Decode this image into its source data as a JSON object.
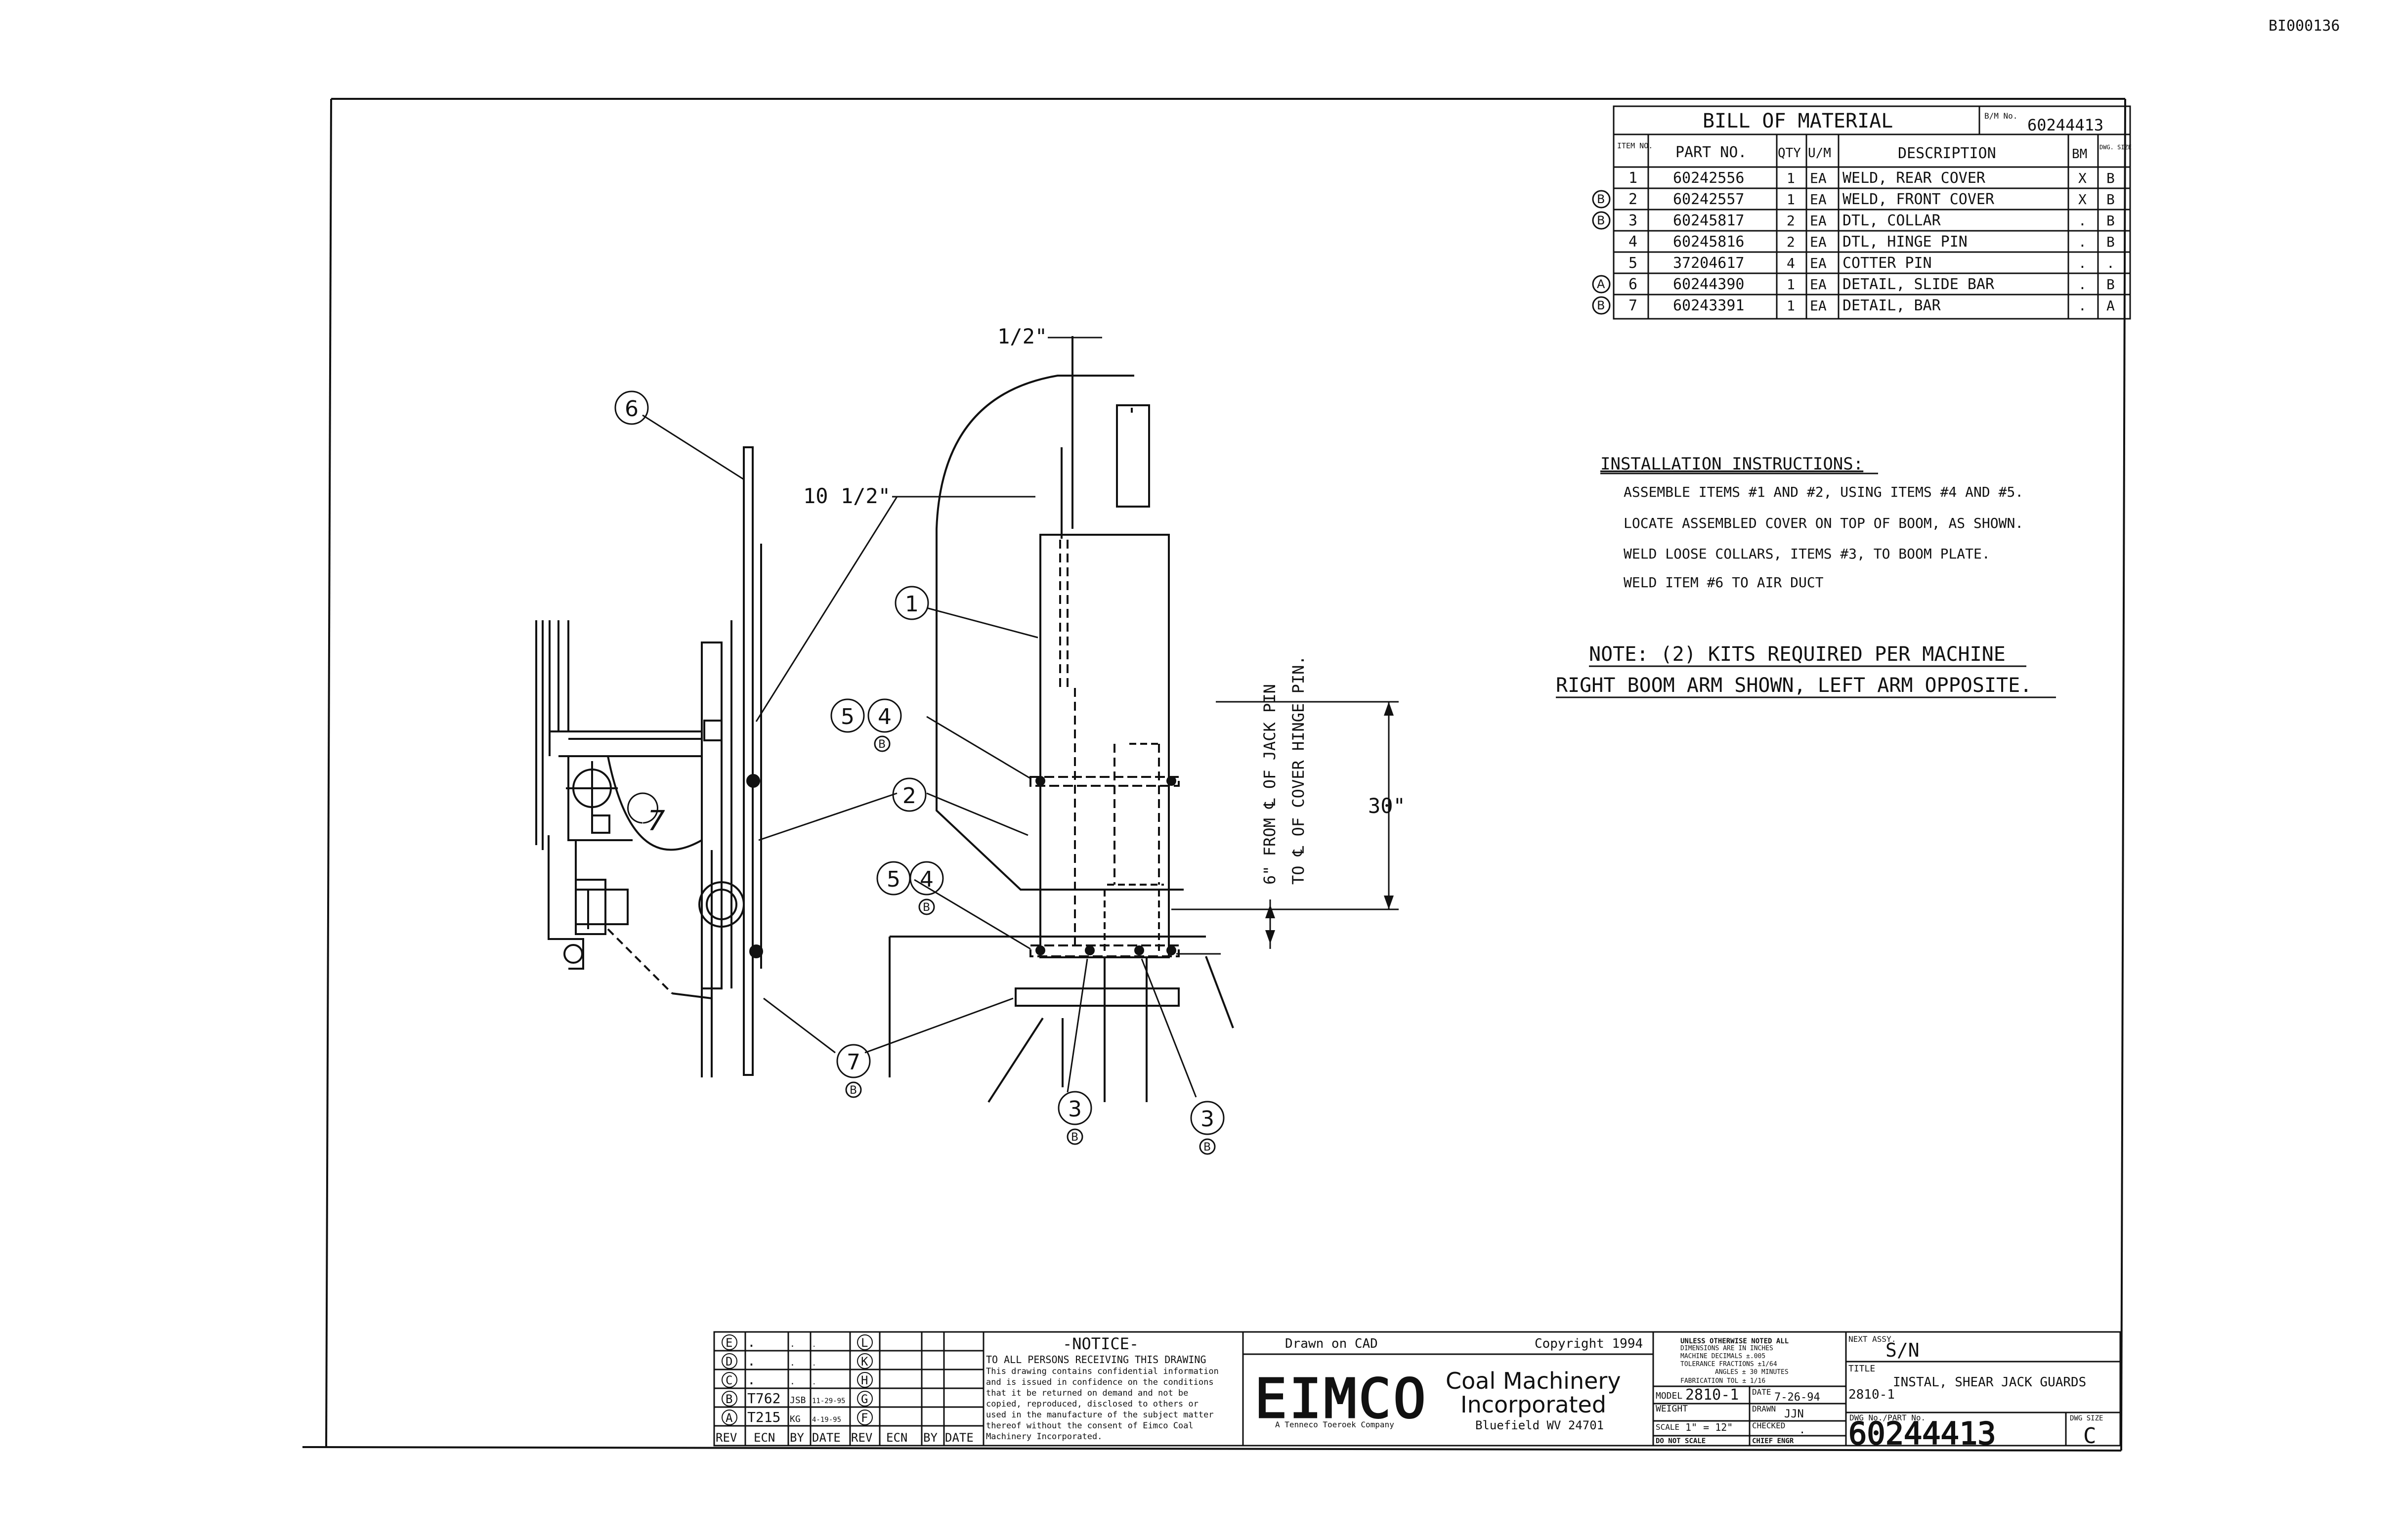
{
  "doc_id": "BI000136",
  "bom": {
    "title": "BILL OF MATERIAL",
    "bm_no_label": "B/M No.",
    "bm_no": "60244413",
    "headers": [
      "ITEM NO.",
      "PART NO.",
      "QTY",
      "U/M",
      "DESCRIPTION",
      "BM",
      "DWG. SIZE"
    ],
    "rows": [
      {
        "rev": "",
        "item": "1",
        "part": "60242556",
        "qty": "1",
        "um": "EA",
        "desc": "WELD, REAR COVER",
        "bm": "X",
        "size": "B"
      },
      {
        "rev": "B",
        "item": "2",
        "part": "60242557",
        "qty": "1",
        "um": "EA",
        "desc": "WELD, FRONT COVER",
        "bm": "X",
        "size": "B"
      },
      {
        "rev": "B",
        "item": "3",
        "part": "60245817",
        "qty": "2",
        "um": "EA",
        "desc": "DTL, COLLAR",
        "bm": ".",
        "size": "B"
      },
      {
        "rev": "",
        "item": "4",
        "part": "60245816",
        "qty": "2",
        "um": "EA",
        "desc": "DTL, HINGE PIN",
        "bm": ".",
        "size": "B"
      },
      {
        "rev": "",
        "item": "5",
        "part": "37204617",
        "qty": "4",
        "um": "EA",
        "desc": "COTTER PIN",
        "bm": ".",
        "size": "."
      },
      {
        "rev": "A",
        "item": "6",
        "part": "60244390",
        "qty": "1",
        "um": "EA",
        "desc": "DETAIL, SLIDE BAR",
        "bm": ".",
        "size": "B"
      },
      {
        "rev": "B",
        "item": "7",
        "part": "60243391",
        "qty": "1",
        "um": "EA",
        "desc": "DETAIL, BAR",
        "bm": ".",
        "size": "A"
      }
    ]
  },
  "instructions": {
    "heading": "INSTALLATION INSTRUCTIONS:",
    "lines": [
      "ASSEMBLE ITEMS #1 AND #2, USING ITEMS #4 AND #5.",
      "LOCATE ASSEMBLED COVER ON TOP OF BOOM, AS SHOWN.",
      "WELD LOOSE COLLARS, ITEMS #3, TO BOOM PLATE.",
      "WELD ITEM #6 TO AIR DUCT"
    ]
  },
  "notes": {
    "line1": "NOTE: (2) KITS REQUIRED PER MACHINE",
    "line2": "RIGHT BOOM ARM SHOWN, LEFT ARM OPPOSITE."
  },
  "dims": {
    "half_inch": "1/2\"",
    "ten_half": "10 1/2\"",
    "thirty": "30\"",
    "vertical_1": "6\" FROM ℄ OF JACK PIN",
    "vertical_2": "TO ℄ OF COVER HINGE PIN."
  },
  "balloons": {
    "b6": "6",
    "b1": "1",
    "b5a": "5",
    "b4a": "4",
    "b2": "2",
    "b5b": "5",
    "b4b": "4",
    "b7": "7",
    "b3a": "3",
    "b3b": "3",
    "rev_b": "B",
    "circle_7_center": "7"
  },
  "revision_block": {
    "left_rows": [
      {
        "rev": "E",
        "ecn": ".",
        "by": ".",
        "date": "."
      },
      {
        "rev": "D",
        "ecn": ".",
        "by": ".",
        "date": "."
      },
      {
        "rev": "C",
        "ecn": ".",
        "by": ".",
        "date": "."
      },
      {
        "rev": "B",
        "ecn": "T762",
        "by": "JSB",
        "date": "11-29-95"
      },
      {
        "rev": "A",
        "ecn": "T215",
        "by": "KG",
        "date": "4-19-95"
      }
    ],
    "right_revs": [
      "L",
      "K",
      "H",
      "G",
      "F"
    ],
    "headers": [
      "REV",
      "ECN",
      "BY",
      "DATE",
      "REV",
      "ECN",
      "BY",
      "DATE"
    ]
  },
  "notice": {
    "title": "-NOTICE-",
    "lines": [
      "TO ALL PERSONS RECEIVING THIS DRAWING",
      "This drawing contains confidential information",
      "and is issued in confidence on the conditions",
      "that it be returned on demand and not be",
      "copied, reproduced, disclosed to others or",
      "used in the manufacture of the subject matter",
      "thereof without the consent of Eimco Coal",
      "Machinery Incorporated."
    ]
  },
  "company": {
    "drawn_on": "Drawn on CAD",
    "copyright": "Copyright 1994",
    "logo": "EIMCO",
    "name1": "Coal Machinery",
    "name2": "Incorporated",
    "tagline": "A Tenneco Toeroek Company",
    "city": "Bluefield WV 24701"
  },
  "tolerance": {
    "lines": [
      "UNLESS OTHERWISE NOTED ALL",
      "DIMENSIONS ARE IN INCHES",
      "MACHINE  DECIMALS ±.005",
      "TOLERANCE FRACTIONS ±1/64",
      "ANGLES ± 30 MINUTES",
      "FABRICATION TOL ± 1/16"
    ]
  },
  "title_block": {
    "model_label": "MODEL",
    "model": "2810-1",
    "date_label": "DATE",
    "date": "7-26-94",
    "weight_label": "WEIGHT",
    "drawn_label": "DRAWN",
    "drawn": "JJN",
    "scale_label": "SCALE",
    "scale": "1\" = 12\"",
    "checked_label": "CHECKED",
    "checked": ".",
    "no_scale": "DO NOT SCALE",
    "chief_label": "CHIEF ENGR",
    "next_assy_label": "NEXT ASSY.",
    "next_assy": "S/N",
    "title_label": "TITLE",
    "title1": "INSTAL, SHEAR JACK GUARDS",
    "title2": "2810-1",
    "dwg_label": "DWG No./PART No.",
    "dwg_no": "60244413",
    "size_label": "DWG SIZE",
    "size": "C"
  },
  "colors": {
    "ink": "#111111",
    "paper": "#ffffff"
  }
}
